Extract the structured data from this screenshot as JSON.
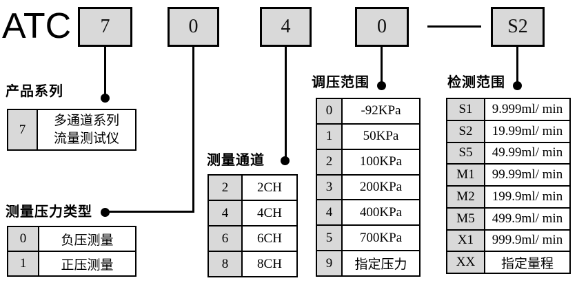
{
  "model": {
    "prefix": "ATC",
    "digit1": "7",
    "digit2": "0",
    "digit3": "4",
    "digit4": "0",
    "separator": "—",
    "suffix": "S2"
  },
  "colors": {
    "box_fill": "#d9d9d9",
    "line": "#000000",
    "background": "#ffffff"
  },
  "sections": {
    "series": {
      "label": "产品系列",
      "rows": [
        {
          "code": "7",
          "line1": "多通道系列",
          "line2": "流量测试仪"
        }
      ]
    },
    "pressure_type": {
      "label": "测量压力类型",
      "rows": [
        {
          "code": "0",
          "desc": "负压测量"
        },
        {
          "code": "1",
          "desc": "正压测量"
        }
      ]
    },
    "channels": {
      "label": "测量通道",
      "rows": [
        {
          "code": "2",
          "desc": "2CH"
        },
        {
          "code": "4",
          "desc": "4CH"
        },
        {
          "code": "6",
          "desc": "6CH"
        },
        {
          "code": "8",
          "desc": "8CH"
        }
      ]
    },
    "pressure_range": {
      "label": "调压范围",
      "rows": [
        {
          "code": "0",
          "desc": "-92KPa"
        },
        {
          "code": "1",
          "desc": "50KPa"
        },
        {
          "code": "2",
          "desc": "100KPa"
        },
        {
          "code": "3",
          "desc": "200KPa"
        },
        {
          "code": "4",
          "desc": "400KPa"
        },
        {
          "code": "5",
          "desc": "700KPa"
        },
        {
          "code": "9",
          "desc": "指定压力"
        }
      ]
    },
    "detection_range": {
      "label": "检测范围",
      "rows": [
        {
          "code": "S1",
          "desc": "9.999ml/ min"
        },
        {
          "code": "S2",
          "desc": "19.99ml/ min"
        },
        {
          "code": "S5",
          "desc": "49.99ml/ min"
        },
        {
          "code": "M1",
          "desc": "99.99ml/ min"
        },
        {
          "code": "M2",
          "desc": "199.9ml/ min"
        },
        {
          "code": "M5",
          "desc": "499.9ml/ min"
        },
        {
          "code": "X1",
          "desc": "999.9ml/ min"
        },
        {
          "code": "XX",
          "desc": "指定量程"
        }
      ]
    }
  }
}
